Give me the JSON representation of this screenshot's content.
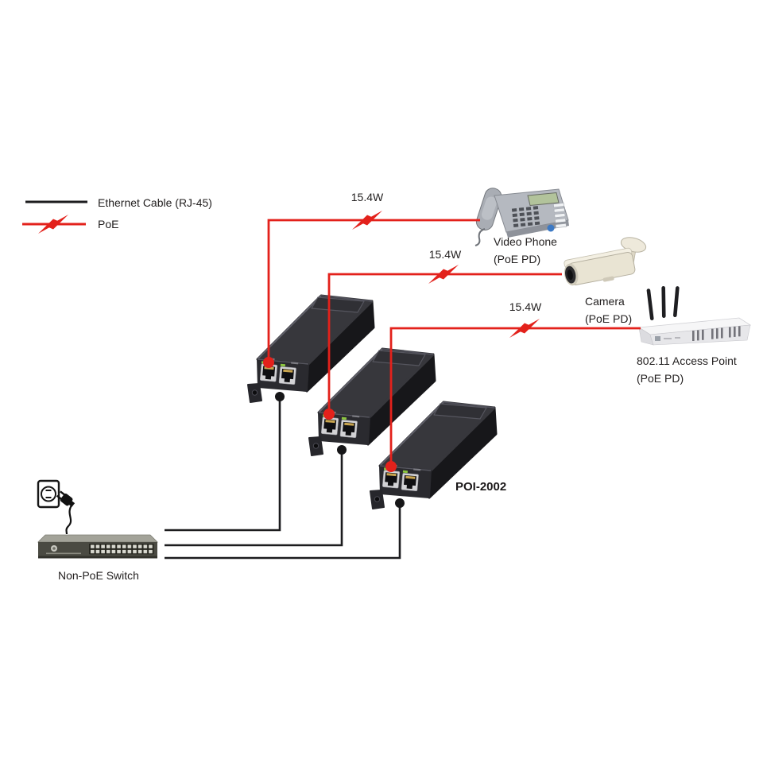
{
  "legend": {
    "items": [
      {
        "type": "ethernet",
        "label": "Ethernet Cable (RJ-45)"
      },
      {
        "type": "poe",
        "label": "PoE"
      }
    ]
  },
  "injector": {
    "model": "POI-2002",
    "count": 3
  },
  "connections": [
    {
      "power": "15.4W",
      "device_name": "Video Phone",
      "device_type": "(PoE PD)"
    },
    {
      "power": "15.4W",
      "device_name": "Camera",
      "device_type": "(PoE PD)"
    },
    {
      "power": "15.4W",
      "device_name": "802.11 Access Point",
      "device_type": "(PoE PD)"
    }
  ],
  "switch": {
    "label": "Non-PoE Switch"
  },
  "colors": {
    "poe_line": "#e3211b",
    "ethernet_line": "#1c1c1e",
    "text": "#232020"
  }
}
